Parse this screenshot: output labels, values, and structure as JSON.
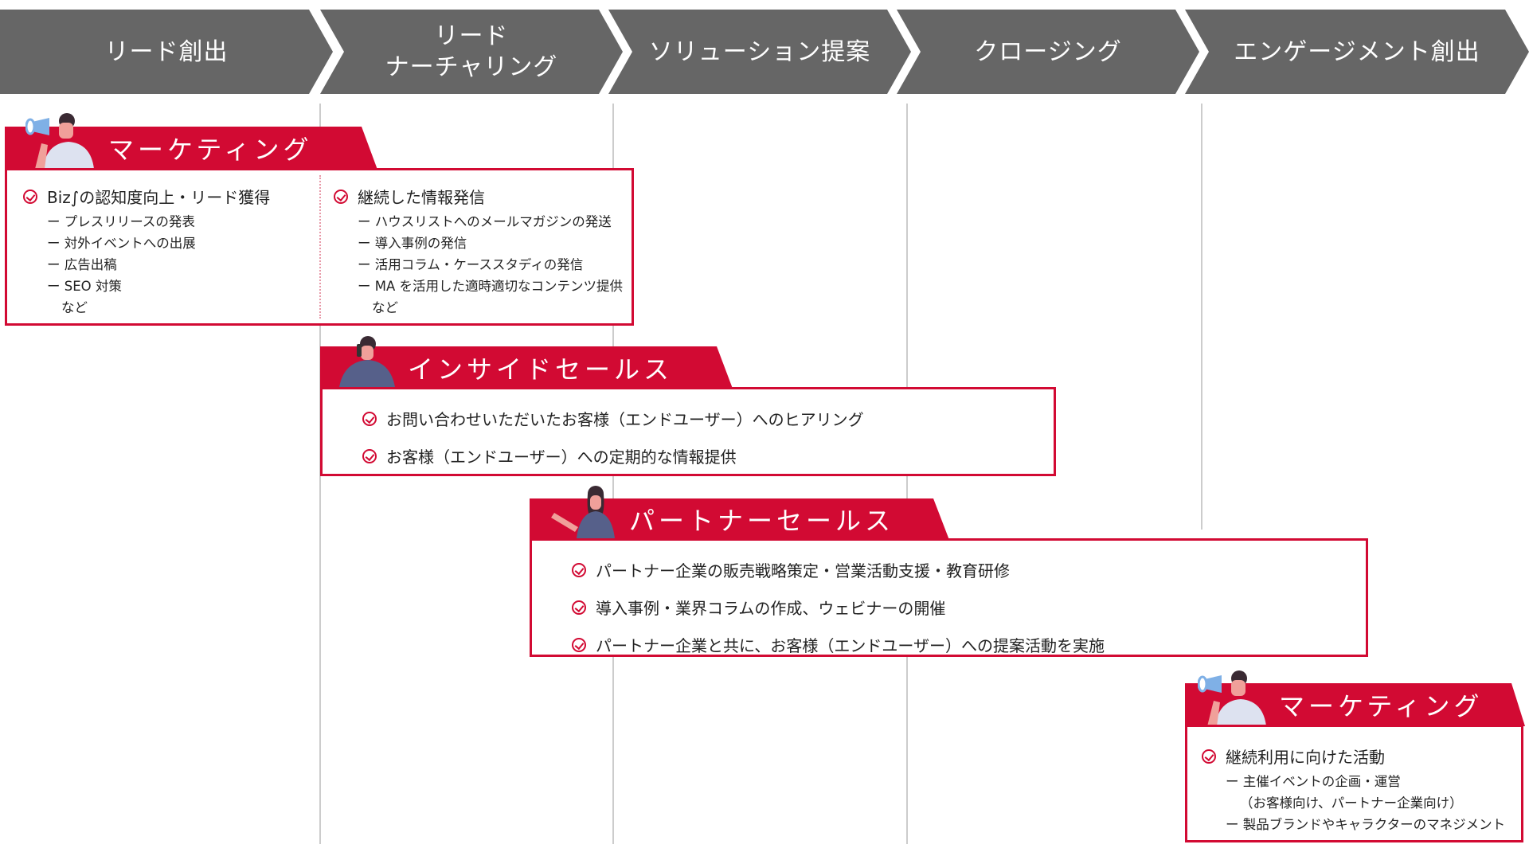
{
  "stages": [
    "リード創出",
    "リード\nナーチャリング",
    "ソリューション提案",
    "クロージング",
    "エンゲージメント創出"
  ],
  "colors": {
    "accent": "#d20a33",
    "header": "#666666"
  },
  "marketing1": {
    "title": "マーケティング",
    "col1": {
      "heading": "Biz∫の認知度向上・リード獲得",
      "items": [
        "ー プレスリリースの発表",
        "ー 対外イベントへの出展",
        "ー 広告出稿",
        "ー SEO 対策",
        "など"
      ]
    },
    "col2": {
      "heading": "継続した情報発信",
      "items": [
        "ー ハウスリストへのメールマガジンの発送",
        "ー 導入事例の発信",
        "ー 活用コラム・ケーススタディの発信",
        "ー MA を活用した適時適切なコンテンツ提供",
        "など"
      ]
    }
  },
  "insidesales": {
    "title": "インサイドセールス",
    "items": [
      "お問い合わせいただいたお客様（エンドユーザー）へのヒアリング",
      "お客様（エンドユーザー）への定期的な情報提供"
    ]
  },
  "partner": {
    "title": "パートナーセールス",
    "items": [
      "パートナー企業の販売戦略策定・営業活動支援・教育研修",
      "導入事例・業界コラムの作成、ウェビナーの開催",
      "パートナー企業と共に、お客様（エンドユーザー）への提案活動を実施"
    ]
  },
  "marketing2": {
    "title": "マーケティング",
    "heading": "継続利用に向けた活動",
    "items": [
      "ー 主催イベントの企画・運営",
      "（お客様向け、パートナー企業向け）",
      "ー 製品ブランドやキャラクターのマネジメント"
    ]
  }
}
